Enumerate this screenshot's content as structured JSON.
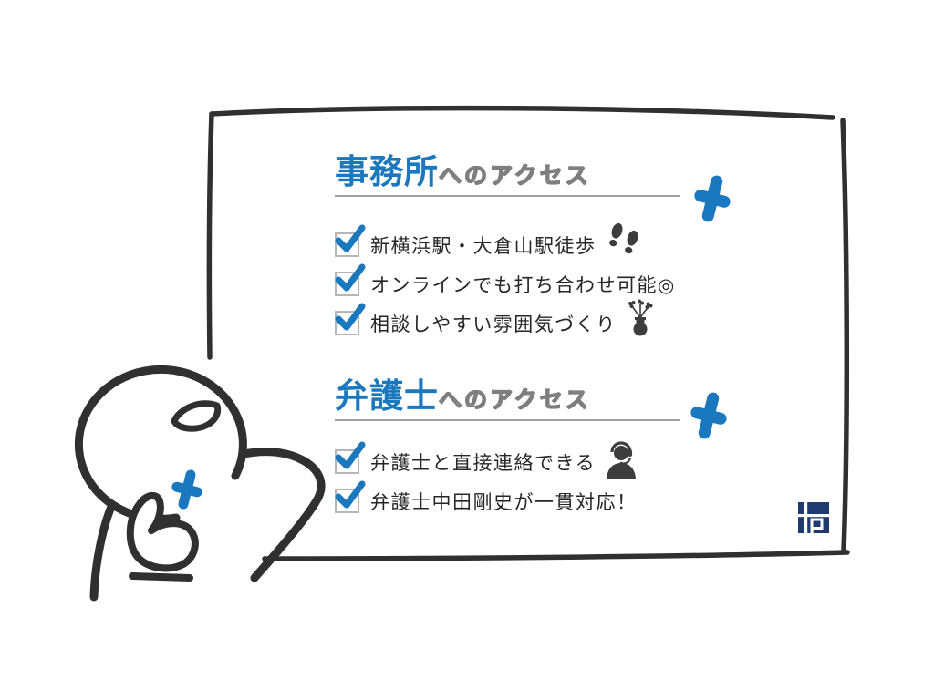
{
  "colors": {
    "accent_blue": "#1a78bf",
    "ink_outline": "#303030",
    "title_outline_gray": "#7e7e7e",
    "underline_gray": "#9e9e9e",
    "item_text": "#262626",
    "icon_gray": "#3d3d3d",
    "logo_navy": "#1e3a6e"
  },
  "sections": [
    {
      "title_highlight": "事務所",
      "title_rest": "へのアクセス",
      "items": [
        {
          "text": "新横浜駅・大倉山駅徒歩",
          "checked": true,
          "icon": "footprints-icon"
        },
        {
          "text": "オンラインでも打ち合わせ可能◎",
          "checked": true,
          "icon": null
        },
        {
          "text": "相談しやすい雰囲気づくり",
          "checked": true,
          "icon": "flower-vase-icon"
        }
      ]
    },
    {
      "title_highlight": "弁護士",
      "title_rest": "へのアクセス",
      "items": [
        {
          "text": "弁護士と直接連絡できる",
          "checked": true,
          "icon": "headset-operator-icon"
        },
        {
          "text": "弁護士中田剛史が一貫対応！",
          "checked": true,
          "icon": null
        }
      ]
    }
  ],
  "illustrations": {
    "mascot": "hand-drawn round-headed character smiling and giving a thumbs-up",
    "frame": "hand-drawn rectangular board outline",
    "sparkles": "blue four-point sparkle accents"
  }
}
